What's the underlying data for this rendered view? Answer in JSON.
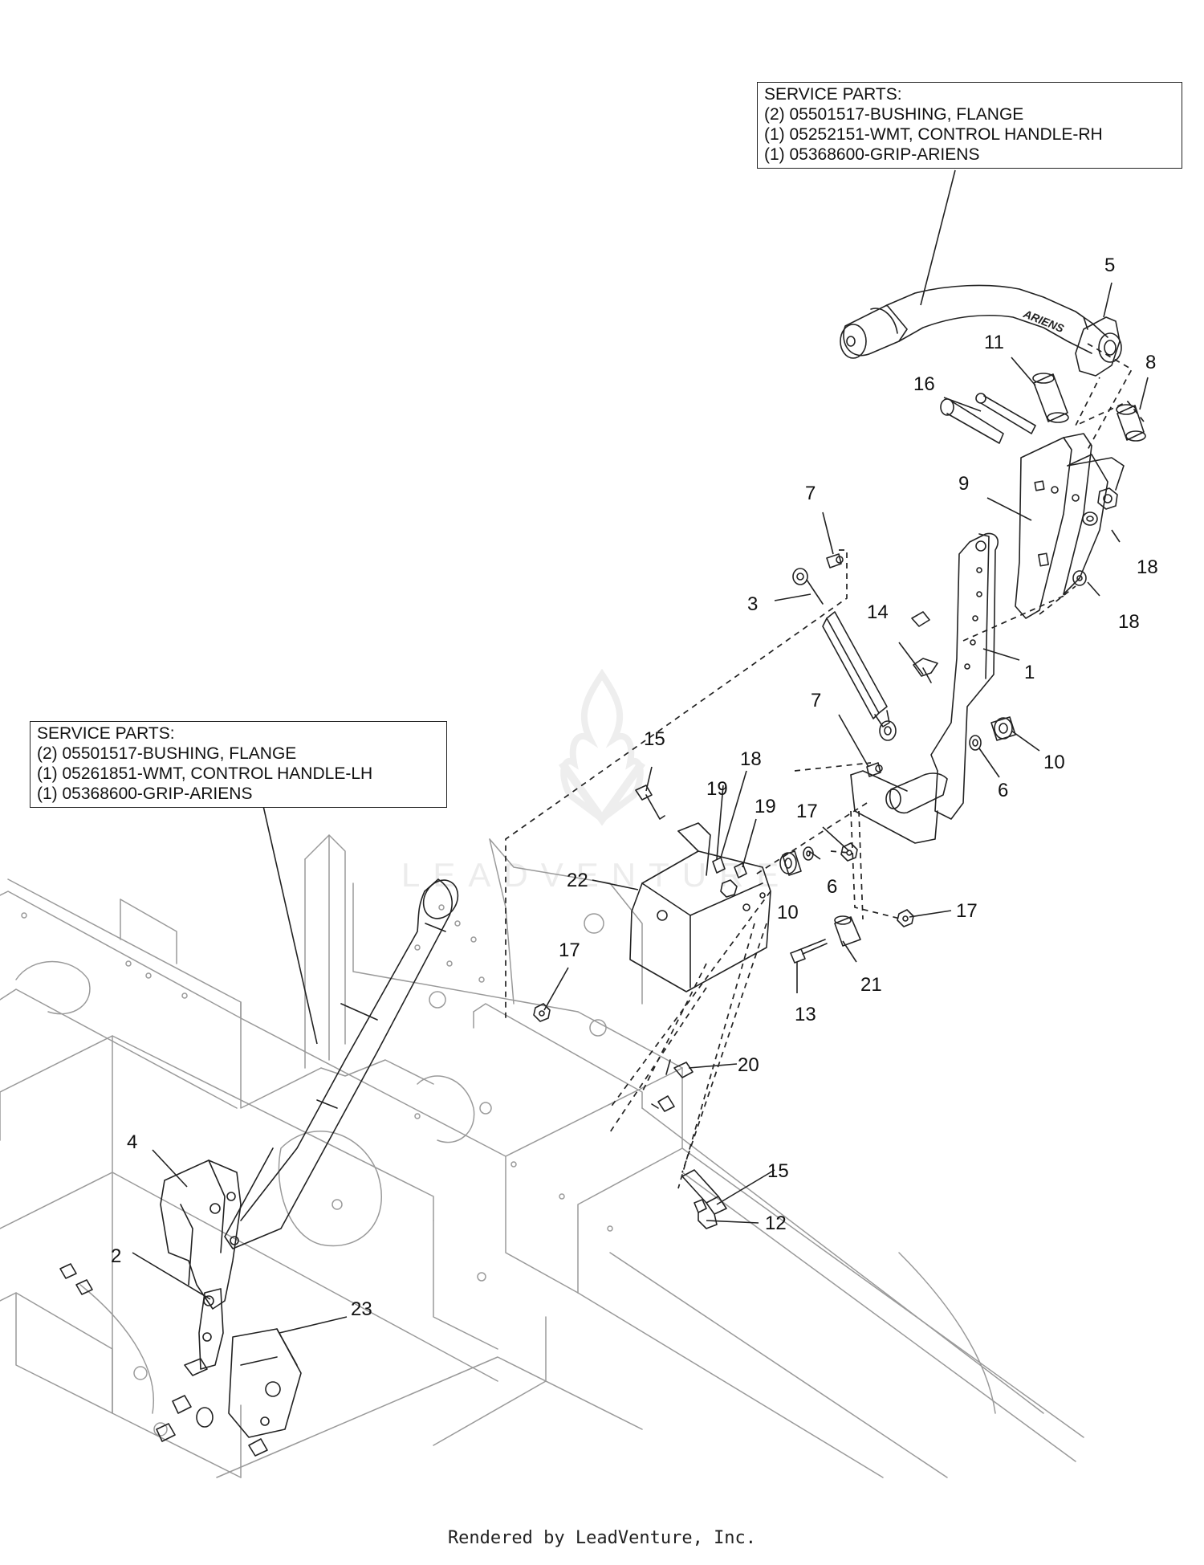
{
  "service_box_rh": {
    "title": "SERVICE PARTS:",
    "lines": [
      "(2) 05501517-BUSHING, FLANGE",
      "(1) 05252151-WMT, CONTROL HANDLE-RH",
      "(1) 05368600-GRIP-ARIENS"
    ]
  },
  "service_box_lh": {
    "title": "SERVICE PARTS:",
    "lines": [
      "(2) 05501517-BUSHING, FLANGE",
      "(1) 05261851-WMT, CONTROL HANDLE-LH",
      "(1) 05368600-GRIP-ARIENS"
    ]
  },
  "handle_logo": "ARIENS",
  "watermark": "LEADVENTURE",
  "footer": "Rendered by LeadVenture, Inc.",
  "callouts": [
    {
      "id": "c5",
      "label": "5"
    },
    {
      "id": "c11",
      "label": "11"
    },
    {
      "id": "c8",
      "label": "8"
    },
    {
      "id": "c16",
      "label": "16"
    },
    {
      "id": "c9",
      "label": "9"
    },
    {
      "id": "c18a",
      "label": "18"
    },
    {
      "id": "c18b",
      "label": "18"
    },
    {
      "id": "c7a",
      "label": "7"
    },
    {
      "id": "c3",
      "label": "3"
    },
    {
      "id": "c14",
      "label": "14"
    },
    {
      "id": "c1",
      "label": "1"
    },
    {
      "id": "c7b",
      "label": "7"
    },
    {
      "id": "c10a",
      "label": "10"
    },
    {
      "id": "c6a",
      "label": "6"
    },
    {
      "id": "c15a",
      "label": "15"
    },
    {
      "id": "c18c",
      "label": "18"
    },
    {
      "id": "c19a",
      "label": "19"
    },
    {
      "id": "c19b",
      "label": "19"
    },
    {
      "id": "c17a",
      "label": "17"
    },
    {
      "id": "c22",
      "label": "22"
    },
    {
      "id": "c10b",
      "label": "10"
    },
    {
      "id": "c6b",
      "label": "6"
    },
    {
      "id": "c17b",
      "label": "17"
    },
    {
      "id": "c17c",
      "label": "17"
    },
    {
      "id": "c21",
      "label": "21"
    },
    {
      "id": "c13",
      "label": "13"
    },
    {
      "id": "c20",
      "label": "20"
    },
    {
      "id": "c4",
      "label": "4"
    },
    {
      "id": "c15b",
      "label": "15"
    },
    {
      "id": "c12",
      "label": "12"
    },
    {
      "id": "c2",
      "label": "2"
    },
    {
      "id": "c23",
      "label": "23"
    }
  ]
}
